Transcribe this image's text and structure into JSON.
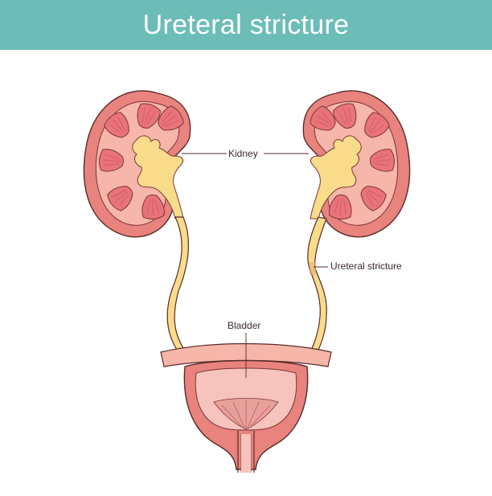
{
  "header": {
    "title": "Ureteral stricture",
    "background": "#6cbdb8"
  },
  "labels": {
    "kidney": "Kidney",
    "ureteral_stricture": "Ureteral stricture",
    "bladder": "Bladder"
  },
  "colors": {
    "kidney_outer": "#e8837e",
    "kidney_cortex": "#f6b6a9",
    "pyramid": "#e8747a",
    "pelvis": "#f9dc8a",
    "bladder_wall": "#e8837e",
    "bladder_inner": "#f6c4bc",
    "outline": "#5a2a2a"
  }
}
